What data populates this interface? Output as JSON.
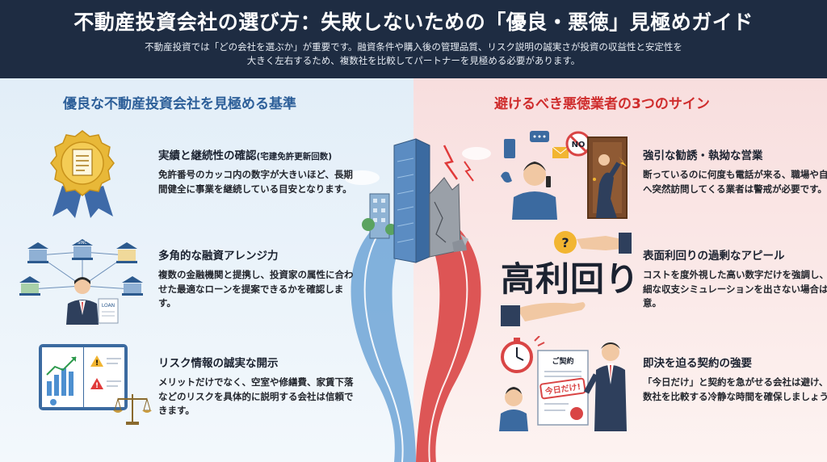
{
  "header": {
    "title": "不動産投資会社の選び方：失敗しないための「優良・悪徳」見極めガイド",
    "subtitle_line1": "不動産投資では「どの会社を選ぶか」が重要です。融資条件や購入後の管理品質、リスク説明の誠実さが投資の収益性と安定性を",
    "subtitle_line2": "大きく左右するため、複数社を比較してパートナーを見極める必要があります。"
  },
  "good": {
    "title": "優良な不動産投資会社を見極める基準",
    "items": [
      {
        "heading": "実績と継続性の確認",
        "heading_note": "(宅建免許更新回数)",
        "body": "免許番号のカッコ内の数字が大きいほど、長期間健全に事業を継続している目安となります。",
        "icon": "award-medal-icon"
      },
      {
        "heading": "多角的な融資アレンジ力",
        "body": "複数の金融機関と提携し、投資家の属性に合わせた最適なローンを提案できるかを確認します。",
        "icon": "bank-network-icon",
        "icon_labels": {
          "bank_sign": "SINC",
          "document": "LOAN"
        }
      },
      {
        "heading": "リスク情報の誠実な開示",
        "body": "メリットだけでなく、空室や修繕費、家賃下落などのリスクを具体的に説明する会社は信頼できます。",
        "icon": "risk-report-icon"
      }
    ]
  },
  "bad": {
    "title": "避けるべき悪徳業者の3つのサイン",
    "items": [
      {
        "heading": "強引な勧誘・執拗な営業",
        "body": "断っているのに何度も電話が来る、職場や自宅へ突然訪問してくる業者は警戒が必要です。",
        "icon": "pushy-sales-icon",
        "icon_labels": {
          "no_sign": "NO"
        }
      },
      {
        "heading": "表面利回りの過剰なアピール",
        "body": "コストを度外視した高い数字だけを強調し、詳細な収支シミュレーションを出さない場合は注意。",
        "icon": "high-yield-icon",
        "big_text": "高利回り"
      },
      {
        "heading": "即決を迫る契約の強要",
        "body": "「今日だけ」と契約を急がせる会社は避け、複数社を比較する冷静な時間を確保しましょう。",
        "icon": "contract-pressure-icon",
        "icon_labels": {
          "contract": "ご契約",
          "stamp": "今日だけ!"
        }
      }
    ]
  },
  "colors": {
    "header_bg": "#1e2c42",
    "good_accent": "#2d5f99",
    "bad_accent": "#cf2d2d",
    "good_bg": "#e2eef8",
    "bad_bg": "#f8dede"
  }
}
